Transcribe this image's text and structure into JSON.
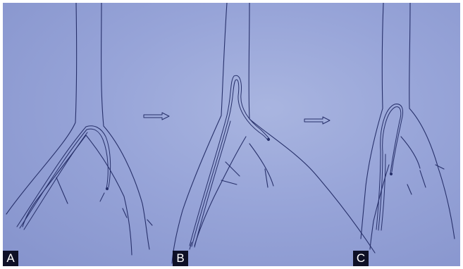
{
  "panels": [
    {
      "id": "A",
      "label": "A"
    },
    {
      "id": "B",
      "label": "B"
    },
    {
      "id": "C",
      "label": "C"
    }
  ],
  "colors": {
    "background": "#97a4d8",
    "ink": "#27306a",
    "label_bg": "#0e1026",
    "label_text": "#ffffff"
  },
  "icons": [
    "arrow-right-icon"
  ]
}
